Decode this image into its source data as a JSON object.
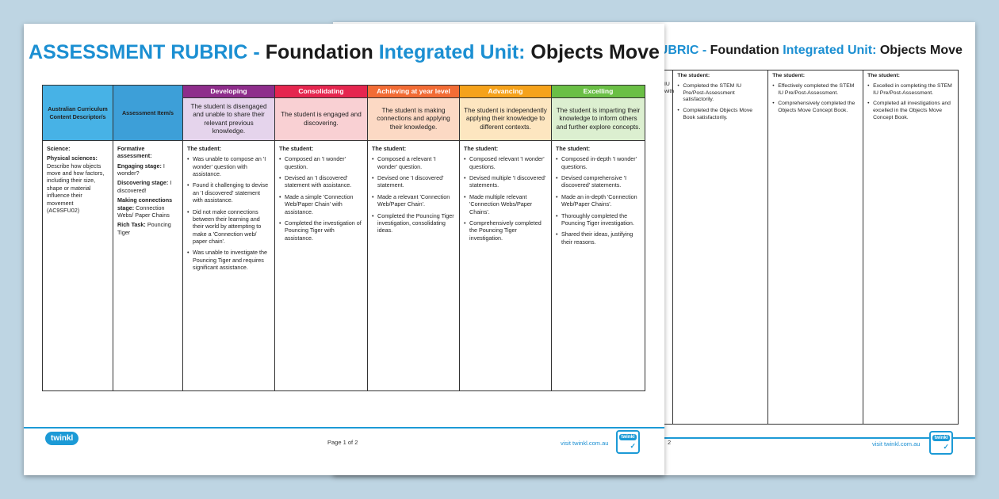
{
  "page1": {
    "title": {
      "part1": "ASSESSMENT RUBRIC - ",
      "part2": "Foundation ",
      "part3": "Integrated Unit: ",
      "part4": "Objects Move"
    },
    "headers": {
      "col1": "Australian Curriculum Content Descriptor/s",
      "col2": "Assessment Item/s",
      "levels": [
        "Developing",
        "Consolidating",
        "Achieving at year level",
        "Advancing",
        "Excelling"
      ]
    },
    "level_descriptions": [
      "The student is disengaged and unable to share their relevant previous knowledge.",
      "The student is engaged and discovering.",
      "The student is making connections and applying their knowledge.",
      "The student is independently applying their knowledge to different contexts.",
      "The student is imparting their knowledge to inform others and further explore concepts."
    ],
    "curriculum": {
      "heading": "Science:",
      "sub": "Physical sciences:",
      "text": "Describe how objects move and how factors, including their size, shape or material influence their movement",
      "code": "(AC9SFU02)"
    },
    "assessment": {
      "formative": "Formative assessment:",
      "engaging_label": "Engaging stage:",
      "engaging_text": "I wonder?",
      "discovering_label": "Discovering stage:",
      "discovering_text": "I discovered!",
      "making_label": "Making connections stage:",
      "making_text": "Connection Webs/ Paper Chains",
      "rich_label": "Rich Task:",
      "rich_text": "Pouncing Tiger"
    },
    "student_label": "The student:",
    "level_points": [
      [
        "Was unable to compose an 'I wonder' question with assistance.",
        "Found it challenging to devise an 'I discovered' statement with assistance.",
        "Did not make connections between their learning and their world by attempting to make a 'Connection web/ paper chain'.",
        "Was unable to investigate the Pouncing Tiger and requires significant assistance."
      ],
      [
        "Composed an 'I wonder' question.",
        "Devised an 'I discovered' statement with assistance.",
        "Made a simple 'Connection Web/Paper Chain' with assistance.",
        "Completed the investigation of Pouncing Tiger with assistance."
      ],
      [
        "Composed a relevant 'I wonder' question.",
        "Devised one 'I discovered' statement.",
        "Made a relevant 'Connection Web/Paper Chain'.",
        "Completed the Pouncing Tiger investigation, consolidating ideas."
      ],
      [
        "Composed relevant 'I wonder' questions.",
        "Devised multiple 'I discovered' statements.",
        "Made multiple relevant 'Connection Webs/Paper Chains'.",
        "Comprehensively completed the Pouncing Tiger investigation."
      ],
      [
        "Composed in-depth 'I wonder' questions.",
        "Devised comprehensive 'I discovered' statements.",
        "Made an in-depth 'Connection Web/Paper Chains'.",
        "Thoroughly completed the Pouncing Tiger investigation.",
        "Shared their ideas, justifying their reasons."
      ]
    ],
    "footer": {
      "logo": "twinkl",
      "page": "Page 1 of 2",
      "site": "visit twinkl.com.au",
      "badge": "twinkl"
    }
  },
  "page2": {
    "title": {
      "part1": "T RUBRIC - ",
      "part2": "Foundation ",
      "part3": "Integrated Unit: ",
      "part4": "Objects Move"
    },
    "student_label": "The student:",
    "cols": [
      [
        "Completed the STEM IU Pre/Post-Assessment satisfactorily.",
        "Completed the Objects Move Book satisfactorily."
      ],
      [
        "Effectively completed the STEM IU Pre/Post-Assessment.",
        "Comprehensively completed the Objects Move Concept Book."
      ],
      [
        "Excelled in completing the STEM IU Pre/Post-Assessment.",
        "Completed all investigations and excelled in the Objects Move Concept Book."
      ]
    ],
    "frag1": "IU",
    "frag2": "with",
    "footer": {
      "page_frag": "2",
      "site": "visit twinkl.com.au",
      "badge": "twinkl"
    }
  },
  "colors": {
    "developing": "#8e2d8b",
    "consolidating": "#e5264f",
    "achieving": "#f26c35",
    "advancing": "#f5a21b",
    "excelling": "#6abf45",
    "blue": "#1b8fd2"
  }
}
